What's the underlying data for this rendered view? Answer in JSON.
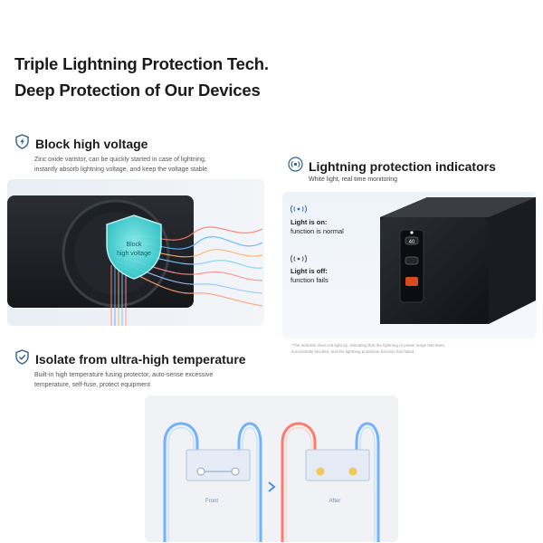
{
  "headline": {
    "line1": "Triple Lightning Protection Tech.",
    "line2": "Deep Protection of Our Devices"
  },
  "colors": {
    "accent_blue": "#2f5f8e",
    "text_dark": "#1b1b1b",
    "card_bg": "#eef2f7"
  },
  "block_voltage": {
    "icon": "shield-icon",
    "title": "Block high voltage",
    "desc_line1": "Zinc oxide varistor, can be quickly started in case of lightning,",
    "desc_line2": "instantly absorb lightning voltage, and keep the voltage stable",
    "shield_line1": "Block",
    "shield_line2": "high voltage"
  },
  "indicators": {
    "icon": "signal-icon",
    "title": "Lightning protection indicators",
    "subtitle": "White light, real time monitoring",
    "on_heading": "Light is on:",
    "on_desc": "function is normal",
    "off_heading": "Light is off:",
    "off_desc": "function fails",
    "port_badge": "40",
    "note_line1": "*The indicator does not light up, indicating that the lightning or power surge has been",
    "note_line2": "successfully blocked, and the lightning protection function has failed."
  },
  "isolate": {
    "icon": "shield-check-icon",
    "title": "Isolate from ultra-high temperature",
    "desc_line1": "Built-in high temperature fusing protector, auto-sense excessive",
    "desc_line2": "temperature, self-fuse, protect equipment",
    "front_label": "Front",
    "after_label": "After"
  }
}
